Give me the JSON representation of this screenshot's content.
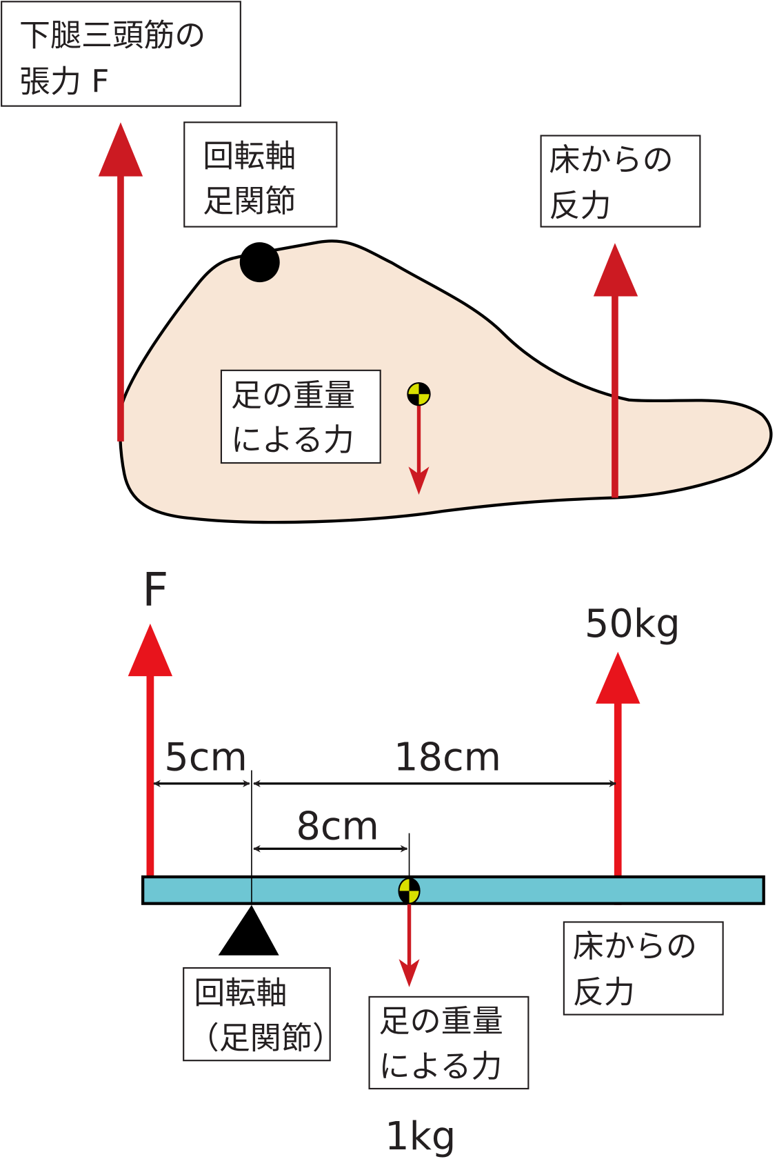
{
  "top": {
    "muscle_label": [
      "下腿三頭筋の",
      "張力 F"
    ],
    "axis_label": [
      "回転軸",
      "足関節"
    ],
    "floor_label": [
      "床からの",
      "反力"
    ],
    "weight_label": [
      "足の重量",
      "による力"
    ]
  },
  "bottom": {
    "force_f": "F",
    "floor_force": "50kg",
    "dim_left": "5cm",
    "dim_right": "18cm",
    "dim_cg": "8cm",
    "axis_label": [
      "回転軸",
      "（足関節）"
    ],
    "weight_label": [
      "足の重量",
      "による力"
    ],
    "floor_label": [
      "床からの",
      "反力"
    ],
    "weight_value": "1kg"
  },
  "colors": {
    "arrow_top": "#cc1a22",
    "arrow_bottom": "#e8141c",
    "foot": "#f8e6d6",
    "beam": "#6ec6d3",
    "cg_yellow": "#d8e000"
  }
}
